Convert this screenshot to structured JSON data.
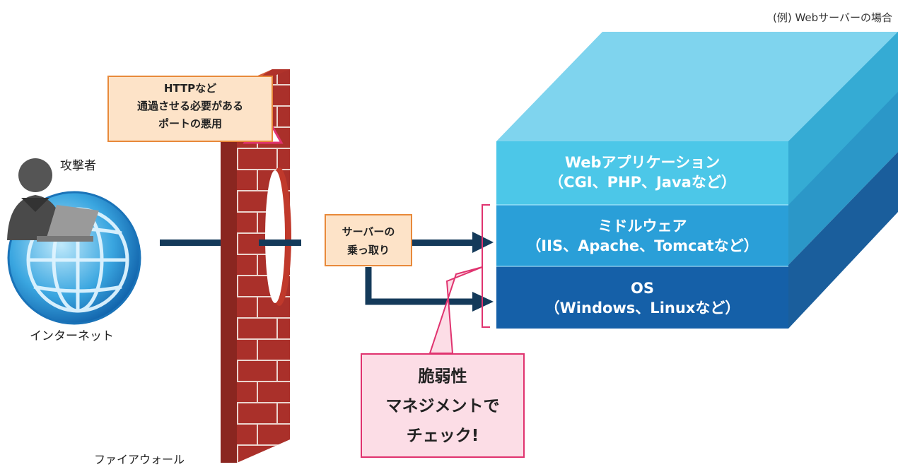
{
  "example_note": "(例) Webサーバーの場合",
  "attacker_label": "攻撃者",
  "internet_label": "インターネット",
  "firewall_label": "ファイアウォール",
  "port_abuse": {
    "line1": "HTTPなど",
    "line2": "通過させる必要がある",
    "line3": "ポートの悪用"
  },
  "takeover": {
    "line1": "サーバーの",
    "line2": "乗っ取り"
  },
  "layers": [
    {
      "title": "Webアプリケーション",
      "sub": "（CGI、PHP、Javaなど）",
      "color": "#4cc7e8"
    },
    {
      "title": "ミドルウェア",
      "sub": "（IIS、Apache、Tomcatなど）",
      "color": "#2a9fd8"
    },
    {
      "title": "OS",
      "sub": "（Windows、Linuxなど）",
      "color": "#1560a8"
    }
  ],
  "callout": {
    "line1": "脆弱性",
    "line2": "マネジメントで",
    "line3": "チェック!"
  },
  "colors": {
    "brick": "#b0322a",
    "arrow": "#143a5a",
    "pink": "#e0336f",
    "orange": "#e8893a"
  },
  "icons": [
    "globe-icon",
    "attacker-icon",
    "warning-icon"
  ]
}
